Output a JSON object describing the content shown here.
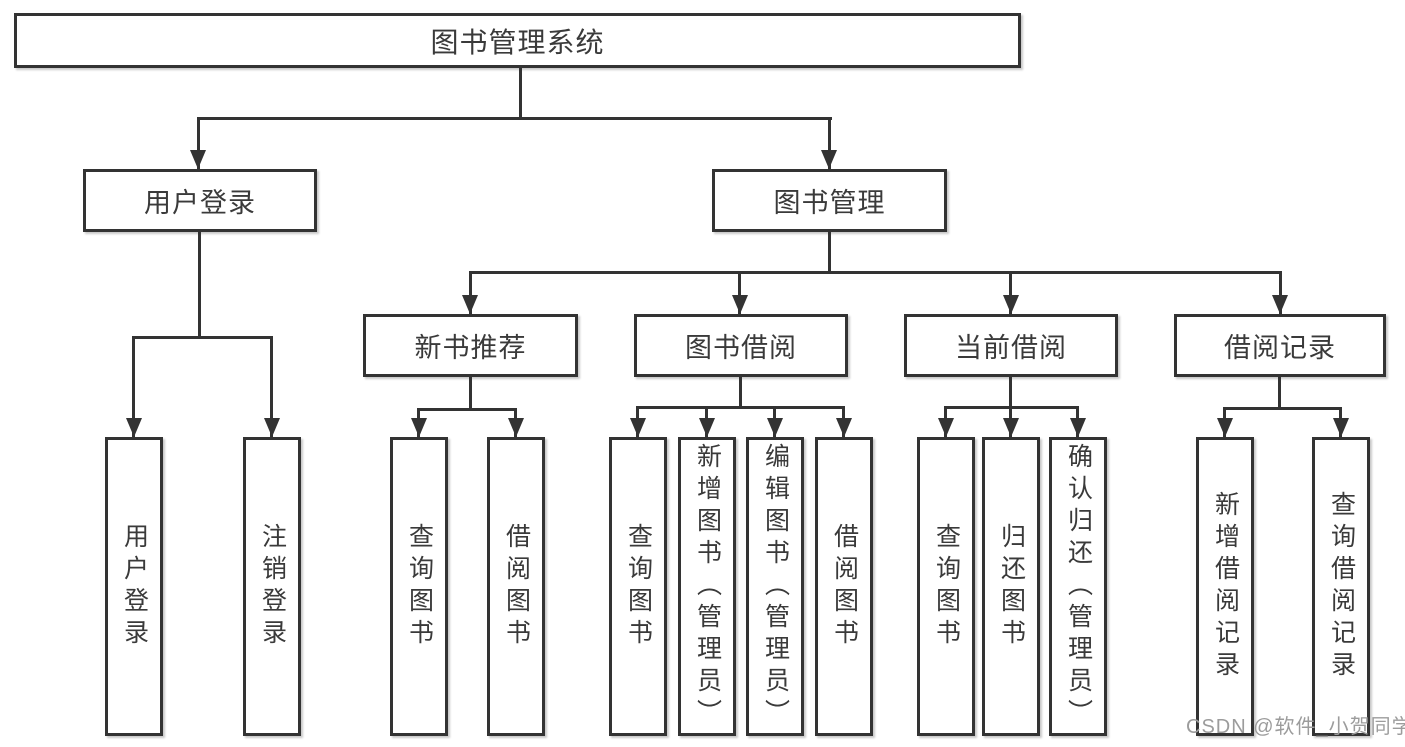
{
  "diagram": {
    "root": "图书管理系统",
    "level2": [
      "用户登录",
      "图书管理"
    ],
    "level3": [
      "新书推荐",
      "图书借阅",
      "当前借阅",
      "借阅记录"
    ],
    "leaves": [
      "用户登录",
      "注销登录",
      "查询图书",
      "借阅图书",
      "查询图书",
      "新增图书（管理员）",
      "编辑图书（管理员）",
      "借阅图书",
      "查询图书",
      "归还图书",
      "确认归还（管理员）",
      "新增借阅记录",
      "查询借阅记录"
    ],
    "watermark": "CSDN @软件_小贺同学",
    "colors": {
      "line": "#333333",
      "text": "#3a3a3a",
      "watermark": "#9c9c9c",
      "background": "#ffffff"
    }
  }
}
